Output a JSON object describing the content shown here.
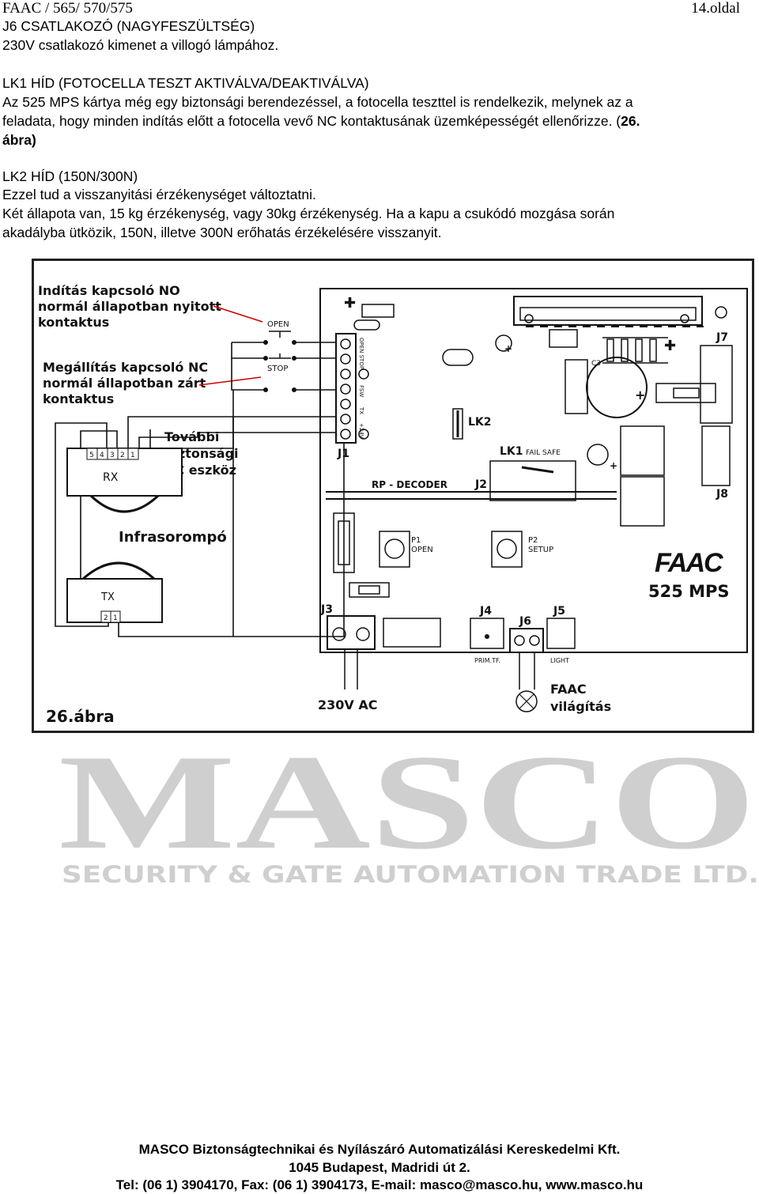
{
  "header": {
    "left": "FAAC / 565/ 570/575",
    "right": "14.oldal"
  },
  "j6": {
    "title": "J6 CSATLAKOZÓ (NAGYFESZÜLTSÉG)",
    "text": "230V csatlakozó kimenet a villogó lámpához."
  },
  "lk1": {
    "title": "LK1 HÍD (FOTOCELLA TESZT AKTIVÁLVA/DEAKTIVÁLVA)",
    "line1": "Az 525 MPS kártya még egy biztonsági berendezéssel, a fotocella teszttel is rendelkezik, melynek az a",
    "line2": "feladata, hogy minden indítás előtt a fotocella vevő NC kontaktusának üzemképességét ellenőrizze. (",
    "line2_bold": "26.",
    "line3": "ábra)"
  },
  "lk2": {
    "title": "LK2 HÍD (150N/300N)",
    "line1": "Ezzel tud a visszanyitási érzékenységet változtatni.",
    "line2": "Két állapota van, 15 kg érzékenység, vagy 30kg érzékenység. Ha a kapu a csukódó mozgása során",
    "line3": "akadályba ütközik, 150N, illetve 300N erőhatás érzékelésére visszanyit."
  },
  "figure": {
    "label_open_switch": [
      "Indítás kapcsoló NO",
      "normál állapotban nyitott",
      "kontaktus"
    ],
    "label_stop_switch": [
      "Megállítás kapcsoló NC",
      "normál állapotban zárt",
      "kontaktus"
    ],
    "label_other": [
      "További",
      "biztonsági",
      "NC eszköz"
    ],
    "label_infra": "Infrasorompó",
    "open": "OPEN",
    "stop": "STOP",
    "rx": "RX",
    "tx": "TX",
    "rx_pins": [
      "5",
      "4",
      "3",
      "2",
      "1"
    ],
    "tx_pins": [
      "2",
      "1"
    ],
    "j1": "J1",
    "lk2": "LK2",
    "lk1": "LK1",
    "fail_safe": "FAIL SAFE",
    "rp_decoder": "RP - DECODER",
    "j2": "J2",
    "j7": "J7",
    "j8": "J8",
    "c3": "C3",
    "p1": [
      "P1",
      "OPEN"
    ],
    "p2": [
      "P2",
      "SETUP"
    ],
    "brand": "FAAC",
    "model": "525 MPS",
    "j3": "J3",
    "j4": "J4",
    "j6": "J6",
    "j5": "J5",
    "prim_tf": "PRIM.TF.",
    "light": "LIGHT",
    "ac": "230V AC",
    "lamp": [
      "FAAC",
      "világítás"
    ],
    "caption": "26.ábra",
    "terminal_text": "OPEN STOP",
    "terminal_text2": "FSW",
    "terminal_text3": "TX",
    "terminal_text4": "+24V"
  },
  "watermark": {
    "big": "MASCO",
    "small": "SECURITY & GATE AUTOMATION TRADE LTD."
  },
  "footer": {
    "line1": "MASCO Biztonságtechnikai és Nyílászáró Automatizálási Kereskedelmi Kft.",
    "line2": "1045 Budapest, Madridi út 2.",
    "line3": "Tel: (06 1) 3904170, Fax: (06 1) 3904173, E-mail: masco@masco.hu, www.masco.hu"
  }
}
